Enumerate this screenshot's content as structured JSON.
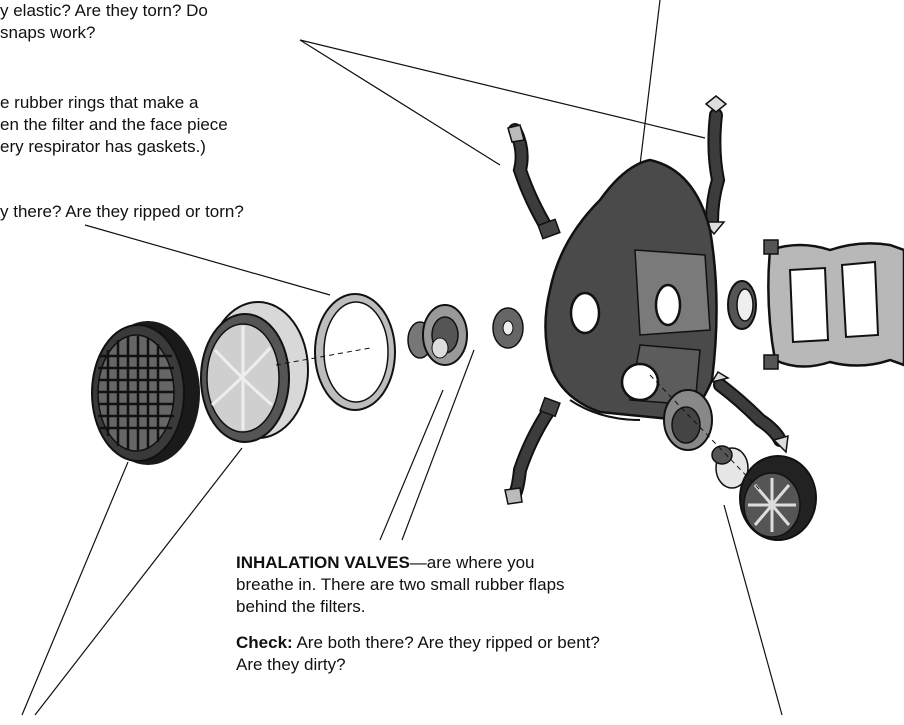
{
  "top_text": {
    "line1": "y elastic? Are they torn? Do",
    "line2": " snaps work?"
  },
  "gasket_text": {
    "line1": "e rubber rings that make a",
    "line2": "en the filter and the face piece",
    "line3": "ery respirator has gaskets.)"
  },
  "gasket_check": "y there? Are they ripped or torn?",
  "inhalation": {
    "heading": "INHALATION VALVES",
    "line1_rest": "—are where you",
    "line2": "breathe in. There are two small rubber flaps",
    "line3": "behind the filters.",
    "check_label": "Check:",
    "check_line1_rest": " Are both there? Are they ripped or bent?",
    "check_line2": "Are they dirty?"
  },
  "colors": {
    "mask_dark": "#4a4a4a",
    "mask_mid": "#7a7a7a",
    "light_gray": "#c8c8c8",
    "outline": "#111111"
  },
  "icons": [
    "filter-cover-icon",
    "particulate-filter-icon",
    "gasket-ring-icon",
    "inhalation-valve-icon",
    "face-piece-icon",
    "head-strap-icon",
    "harness-icon",
    "exhalation-valve-icon",
    "cartridge-icon"
  ]
}
